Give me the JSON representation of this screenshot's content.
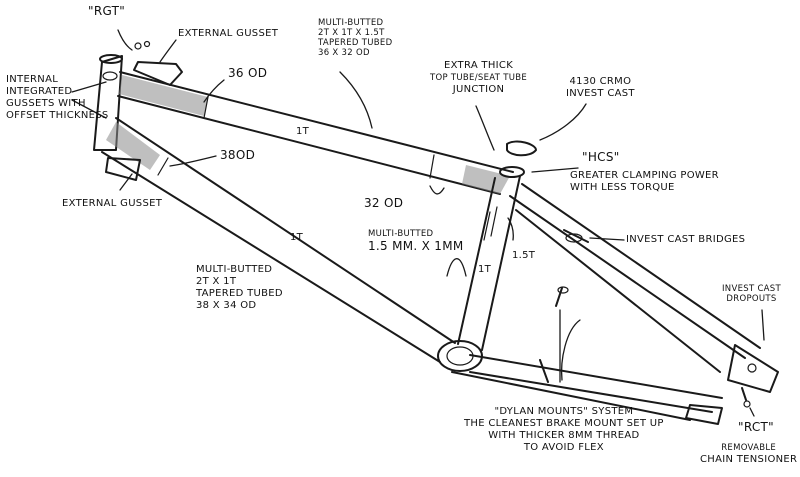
{
  "labels": {
    "rgt": "\"RGT\"",
    "external_gusset_top": "External Gusset",
    "internal_gussets": [
      "Internal",
      "Integrated",
      "Gussets with",
      "Offset Thickness"
    ],
    "d36": "36 OD",
    "d38": "38OD",
    "external_gusset_bottom": "External Gusset",
    "top_tube": [
      "Multi-Butted",
      "2T x 1T x 1.5T",
      "Tapered Tubed",
      "36 x 32 OD"
    ],
    "top_tube_wall": "1T",
    "down_tube": [
      "Multi-Butted",
      "2T x 1T",
      "Tapered Tubed",
      "38 x 34 OD"
    ],
    "down_tube_wall": "1T",
    "d32": "32 OD",
    "junction": [
      "Extra Thick",
      "Top Tube/Seat Tube",
      "Junction"
    ],
    "cromo": [
      "4130 CRMO",
      "Invest Cast"
    ],
    "hcs": "\"HCS\"",
    "hcs_desc": [
      "Greater Clamping Power",
      "with less Torque"
    ],
    "seat_tube": [
      "Multi-Butted",
      "1.5 MM. x 1MM"
    ],
    "seat_tube_wall": "1T",
    "seat_stay_wall": "1.5T",
    "bridges": "Invest Cast Bridges",
    "dropouts": [
      "Invest Cast",
      "Dropouts"
    ],
    "dylan": [
      "\"Dylan Mounts\" System",
      "The Cleanest Brake Mount Set Up",
      "With Thicker 8MM Thread",
      "To Avoid Flex"
    ],
    "rct": "\"RCT\"",
    "tensioner": [
      "Removable",
      "Chain Tensioner"
    ]
  },
  "colors": {
    "ink": "#1a1a1a",
    "shading": "#8a8a8a",
    "background": "#ffffff"
  }
}
